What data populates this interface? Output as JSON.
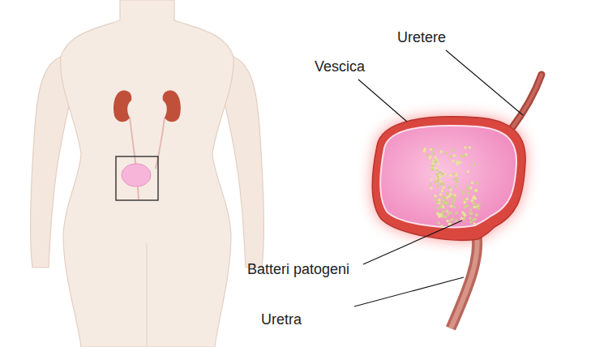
{
  "diagram": {
    "labels": [
      "Uretere",
      "Vescica",
      "Batteri patogeni",
      "Uretra"
    ]
  }
}
